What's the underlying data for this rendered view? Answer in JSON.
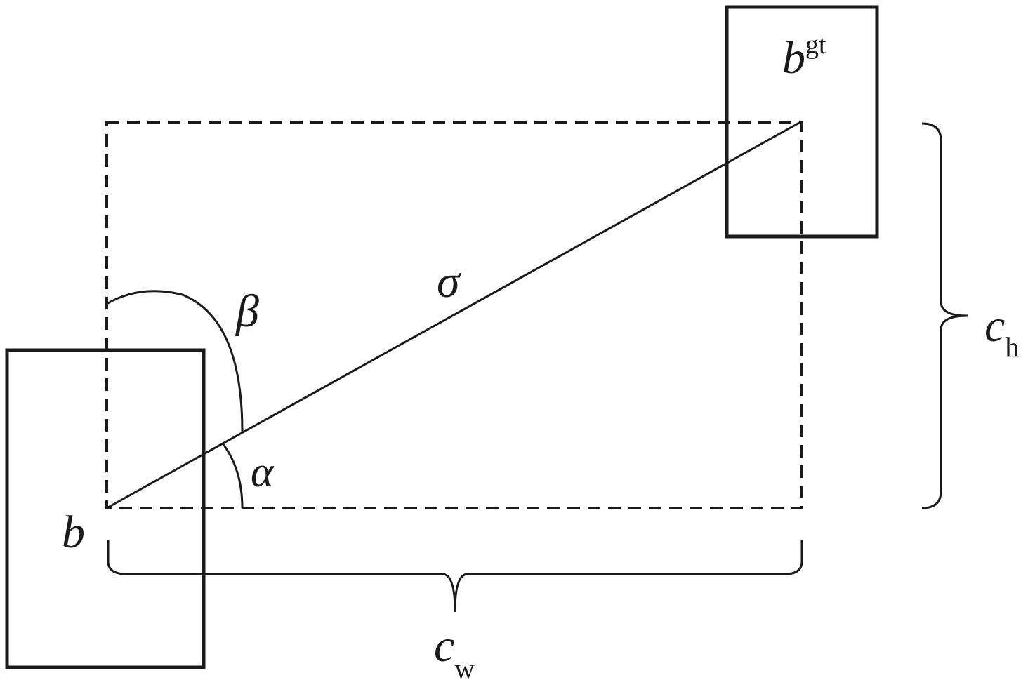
{
  "labels": {
    "b": "b",
    "b_gt_base": "b",
    "b_gt_sup": "gt",
    "sigma": "σ",
    "alpha": "α",
    "beta": "β",
    "c_h_base": "c",
    "c_h_sub": "h",
    "c_w_base": "c",
    "c_w_sub": "w"
  },
  "colors": {
    "stroke": "#1a1a1a",
    "background": "#ffffff"
  }
}
